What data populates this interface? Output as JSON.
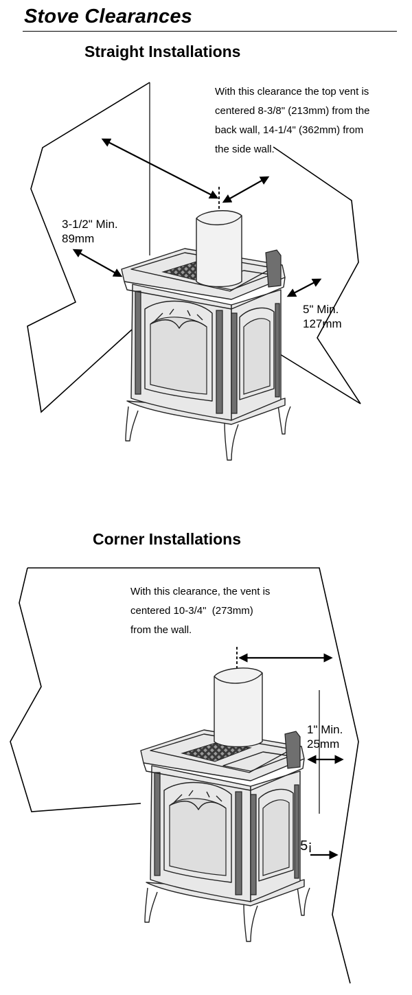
{
  "title": "Stove Clearances",
  "straight": {
    "heading": "Straight Installations",
    "note": "With this clearance the top vent is\ncentered 8-3/8\" (213mm) from the\nback wall, 14-1/4\" (362mm) from\nthe side wall.",
    "left_clearance": "3-1/2\" Min.\n89mm",
    "right_clearance": "5\" Min.\n127mm"
  },
  "corner": {
    "heading": "Corner Installations",
    "note": "With this clearance, the vent is\ncentered 10-3/4\"  (273mm)\nfrom the wall.",
    "wall_clearance": "1\" Min.\n25mm",
    "angle_label": "45¡"
  }
}
